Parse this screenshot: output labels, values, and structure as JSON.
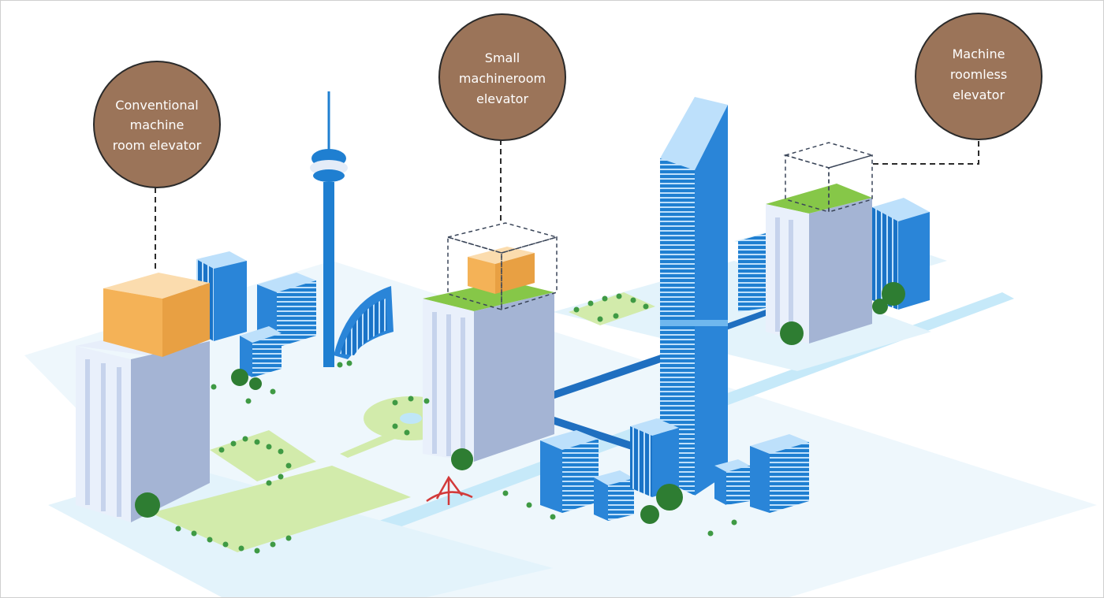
{
  "colors": {
    "label_circle": "#9b7459",
    "label_circle_border": "#2a2a2a",
    "building_blue": "#1f7fd1",
    "building_light": "#e4ecf8",
    "machine_room": "#f2ad55",
    "roof_green": "#7cc242",
    "park_green": "#cfeaa0",
    "road": "#e3f3fb",
    "water": "#bfe6f8"
  },
  "labels": [
    {
      "id": "conventional",
      "lines": [
        "Conventional",
        "machine",
        "room elevator"
      ]
    },
    {
      "id": "small",
      "lines": [
        "Small",
        "machineroom",
        "elevator"
      ]
    },
    {
      "id": "roomless",
      "lines": [
        "Machine",
        "roomless",
        "elevator"
      ]
    }
  ]
}
